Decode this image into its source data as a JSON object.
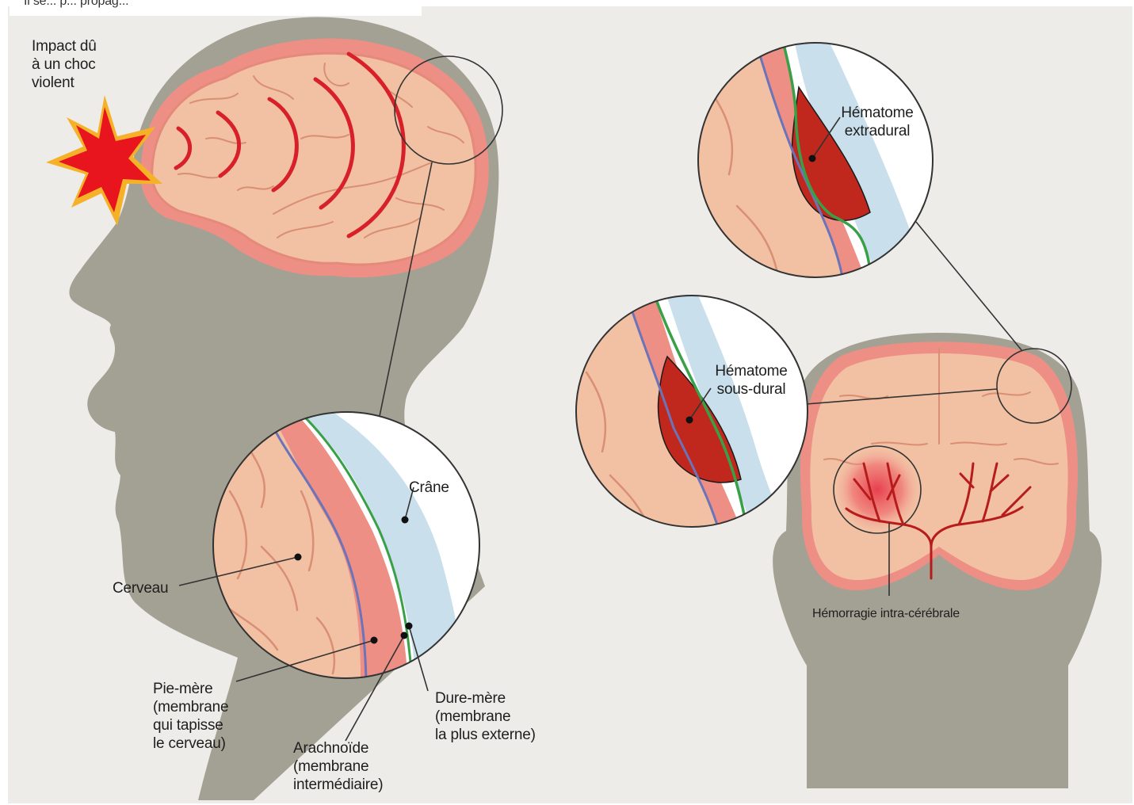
{
  "caption_fragment": "Il se... p... propag...",
  "labels": {
    "impact": [
      "Impact dû",
      "à un choc",
      "violent"
    ],
    "crane": "Crâne",
    "cerveau": "Cerveau",
    "pie_mere": [
      "Pie-mère",
      "(membrane",
      "qui tapisse",
      "le cerveau)"
    ],
    "arachnoide": [
      "Arachnoïde",
      "(membrane",
      "intermédiaire)"
    ],
    "dure_mere": [
      "Dure-mère",
      "(membrane",
      "la plus externe)"
    ],
    "hematome_extradural": [
      "Hématome",
      "extradural"
    ],
    "hematome_sous_dural": [
      "Hématome",
      "sous-dural"
    ],
    "hemorragie": "Hémorragie intra-cérébrale"
  },
  "colors": {
    "background": "#eeece8",
    "head": "#a3a194",
    "brain": "#f2c0a2",
    "brain_outline": "#e58a7a",
    "shock_wave": "#d8202a",
    "dura_green": "#3aa048",
    "pia_blue": "#6b74b8",
    "skull_blue": "#c9dfeb",
    "hematoma": "#c0281e",
    "vessel": "#b71c1c",
    "impact_star": "#e8141e",
    "impact_glow": "#f5b229"
  }
}
